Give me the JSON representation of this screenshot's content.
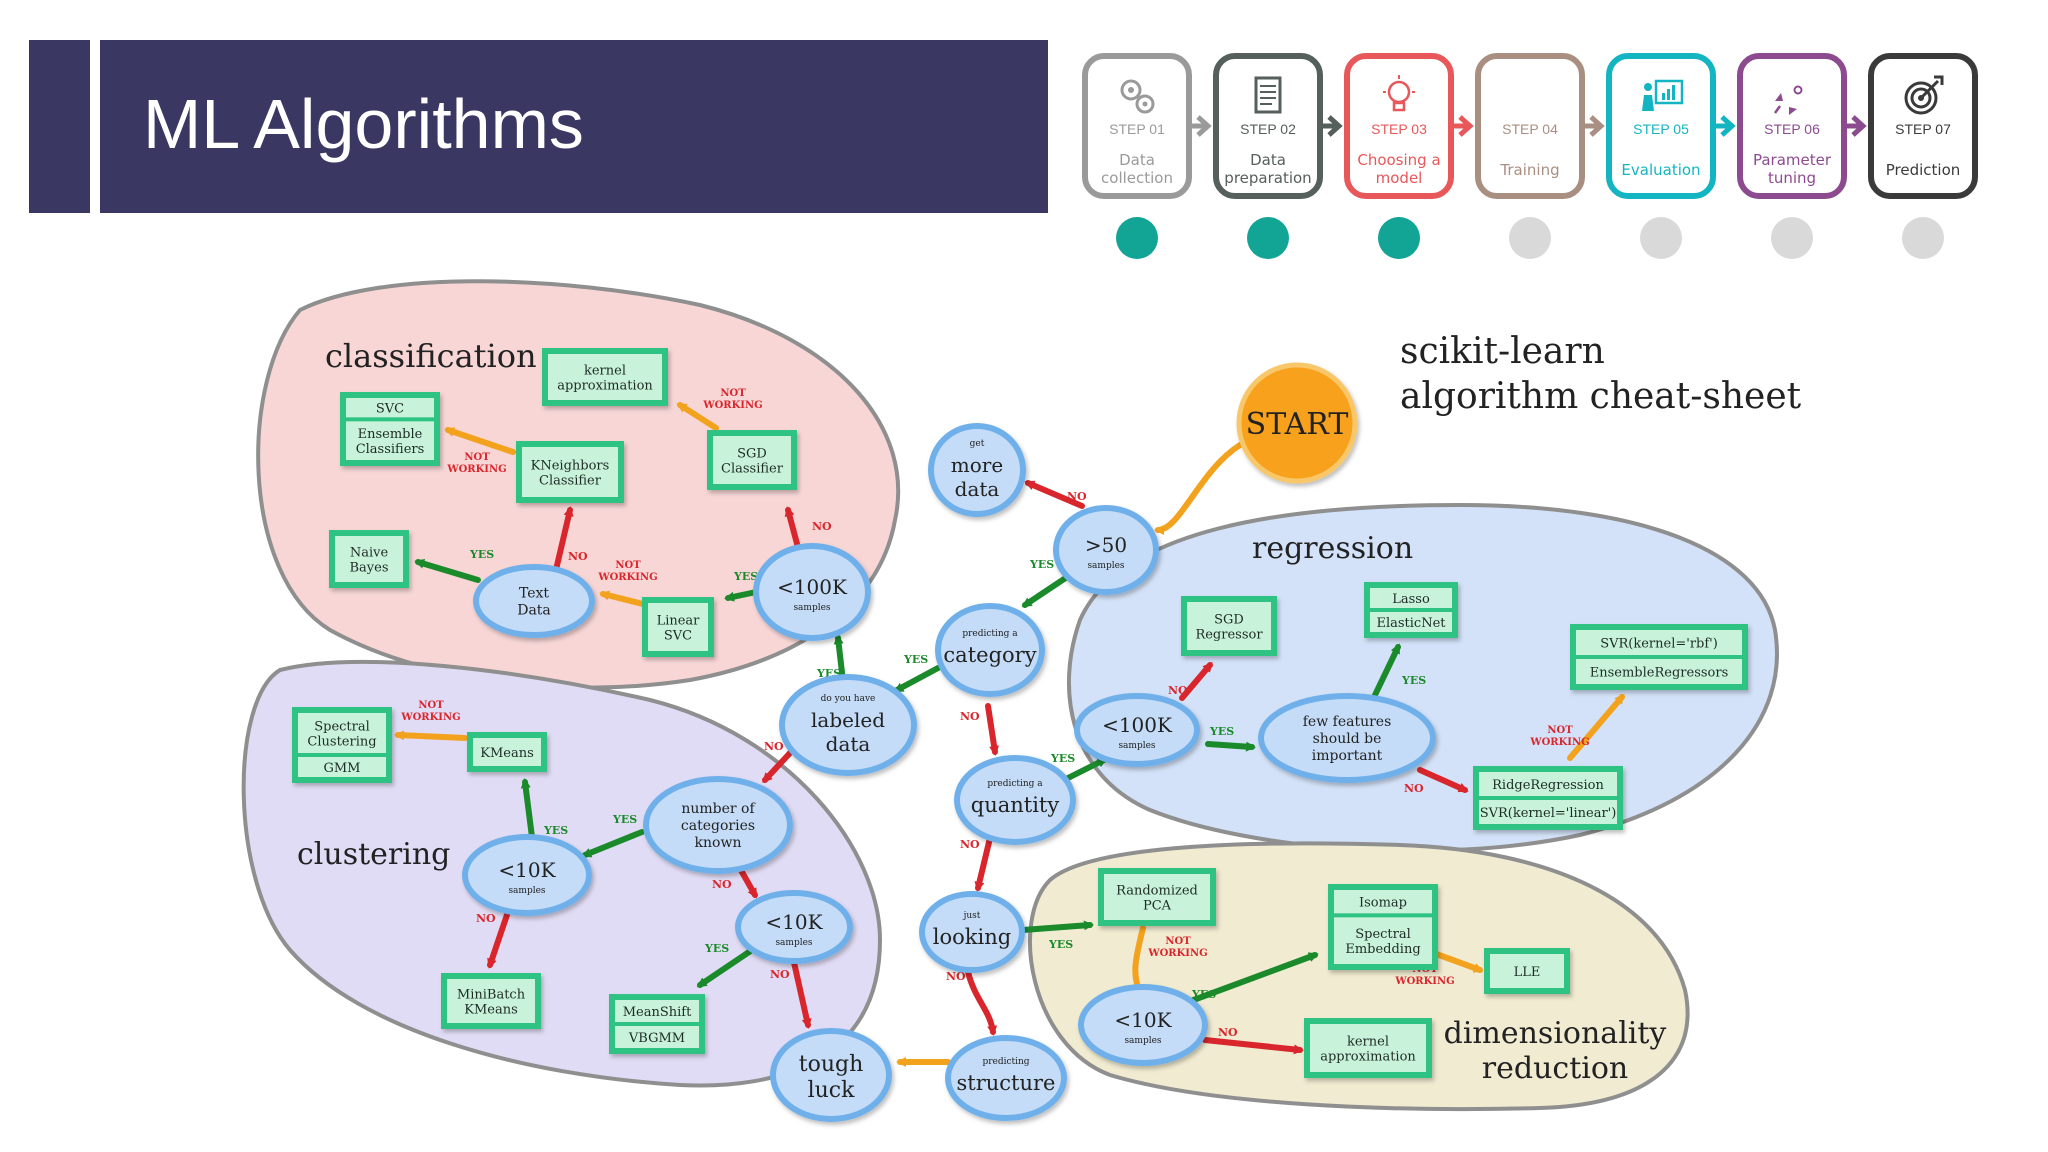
{
  "slide": {
    "title": "ML Algorithms"
  },
  "steps": [
    {
      "num": "STEP 01",
      "label": [
        "Data",
        "collection"
      ],
      "color": "#9a9a9a",
      "icon": "gears-icon",
      "done": true
    },
    {
      "num": "STEP 02",
      "label": [
        "Data",
        "preparation"
      ],
      "color": "#555f5c",
      "icon": "document-icon",
      "done": true
    },
    {
      "num": "STEP 03",
      "label": [
        "Choosing a",
        "model"
      ],
      "color": "#e8575a",
      "icon": "lightbulb-icon",
      "done": true
    },
    {
      "num": "STEP 04",
      "label": [
        "Training"
      ],
      "color": "#a98f82",
      "icon": "head-gears-icon",
      "done": false
    },
    {
      "num": "STEP 05",
      "label": [
        "Evaluation"
      ],
      "color": "#14b5c2",
      "icon": "presentation-chart-icon",
      "done": false
    },
    {
      "num": "STEP 06",
      "label": [
        "Parameter",
        "tuning"
      ],
      "color": "#8d4b8f",
      "icon": "rocket-icon",
      "done": false
    },
    {
      "num": "STEP 07",
      "label": [
        "Prediction"
      ],
      "color": "#3a3a3a",
      "icon": "target-icon",
      "done": false
    }
  ],
  "colors": {
    "done_dot": "#12a596",
    "todo_dot": "#d9d9d9",
    "title_bar": "#3b3763"
  },
  "sheet": {
    "title_lines": [
      "scikit-learn",
      "algorithm cheat-sheet"
    ],
    "start": "START",
    "regions": {
      "classification": "classification",
      "clustering": "clustering",
      "regression": "regression",
      "dimred": [
        "dimensionality",
        "reduction"
      ]
    },
    "nodes": {
      "get_more_data": [
        "get",
        "more",
        "data"
      ],
      "gt50": [
        ">50",
        "samples"
      ],
      "category": [
        "predicting a",
        "category"
      ],
      "labeled": [
        "do you have",
        "labeled",
        "data"
      ],
      "quantity": [
        "predicting a",
        "quantity"
      ],
      "looking": [
        "just",
        "looking"
      ],
      "structure": [
        "predicting",
        "structure"
      ],
      "tough_luck": [
        "tough",
        "luck"
      ],
      "c_100k": [
        "<100K",
        "samples"
      ],
      "text_data": [
        "Text",
        "Data"
      ],
      "num_categories": [
        "number of",
        "categories",
        "known"
      ],
      "cl_10k_a": [
        "<10K",
        "samples"
      ],
      "cl_10k_b": [
        "<10K",
        "samples"
      ],
      "r_100k": [
        "<100K",
        "samples"
      ],
      "few_features": [
        "few features",
        "should be",
        "important"
      ],
      "d_10k": [
        "<10K",
        "samples"
      ]
    },
    "boxes": {
      "svc": [
        "SVC",
        "Ensemble",
        "Classifiers"
      ],
      "kernel_approx_c": [
        "kernel",
        "approximation"
      ],
      "sgd_classifier": [
        "SGD",
        "Classifier"
      ],
      "kneighbors": [
        "KNeighbors",
        "Classifier"
      ],
      "naive_bayes": [
        "Naive",
        "Bayes"
      ],
      "linear_svc": [
        "Linear",
        "SVC"
      ],
      "spectral_clustering": [
        "Spectral",
        "Clustering",
        "GMM"
      ],
      "kmeans": [
        "KMeans"
      ],
      "minibatch": [
        "MiniBatch",
        "KMeans"
      ],
      "meanshift": [
        "MeanShift",
        "VBGMM"
      ],
      "sgd_regressor": [
        "SGD",
        "Regressor"
      ],
      "lasso": [
        "Lasso",
        "ElasticNet"
      ],
      "svr_rbf": [
        "SVR(kernel='rbf')",
        "EnsembleRegressors"
      ],
      "ridge": [
        "RidgeRegression",
        "SVR(kernel='linear')"
      ],
      "randomized_pca": [
        "Randomized",
        "PCA"
      ],
      "isomap": [
        "Isomap",
        "Spectral",
        "Embedding"
      ],
      "lle": [
        "LLE"
      ],
      "kernel_approx_d": [
        "kernel",
        "approximation"
      ]
    },
    "labels": {
      "yes": "YES",
      "no": "NO",
      "not_working": [
        "NOT",
        "WORKING"
      ]
    }
  }
}
